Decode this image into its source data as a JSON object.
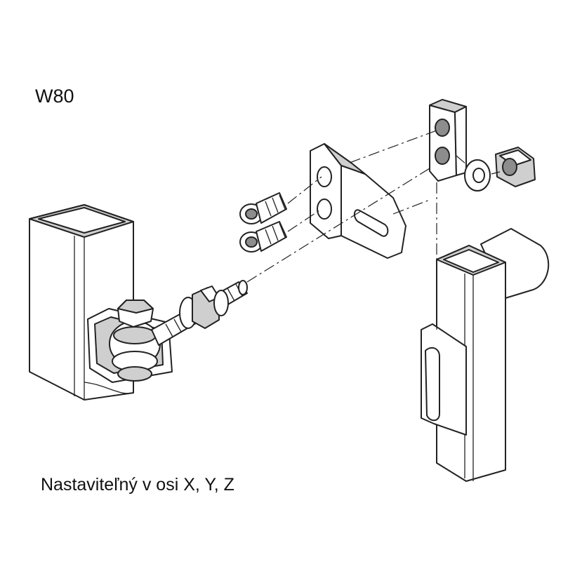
{
  "title": "W80",
  "caption": "Nastaviteľný v osi X, Y, Z",
  "icons": [
    "gate-hinge-exploded-drawing"
  ]
}
